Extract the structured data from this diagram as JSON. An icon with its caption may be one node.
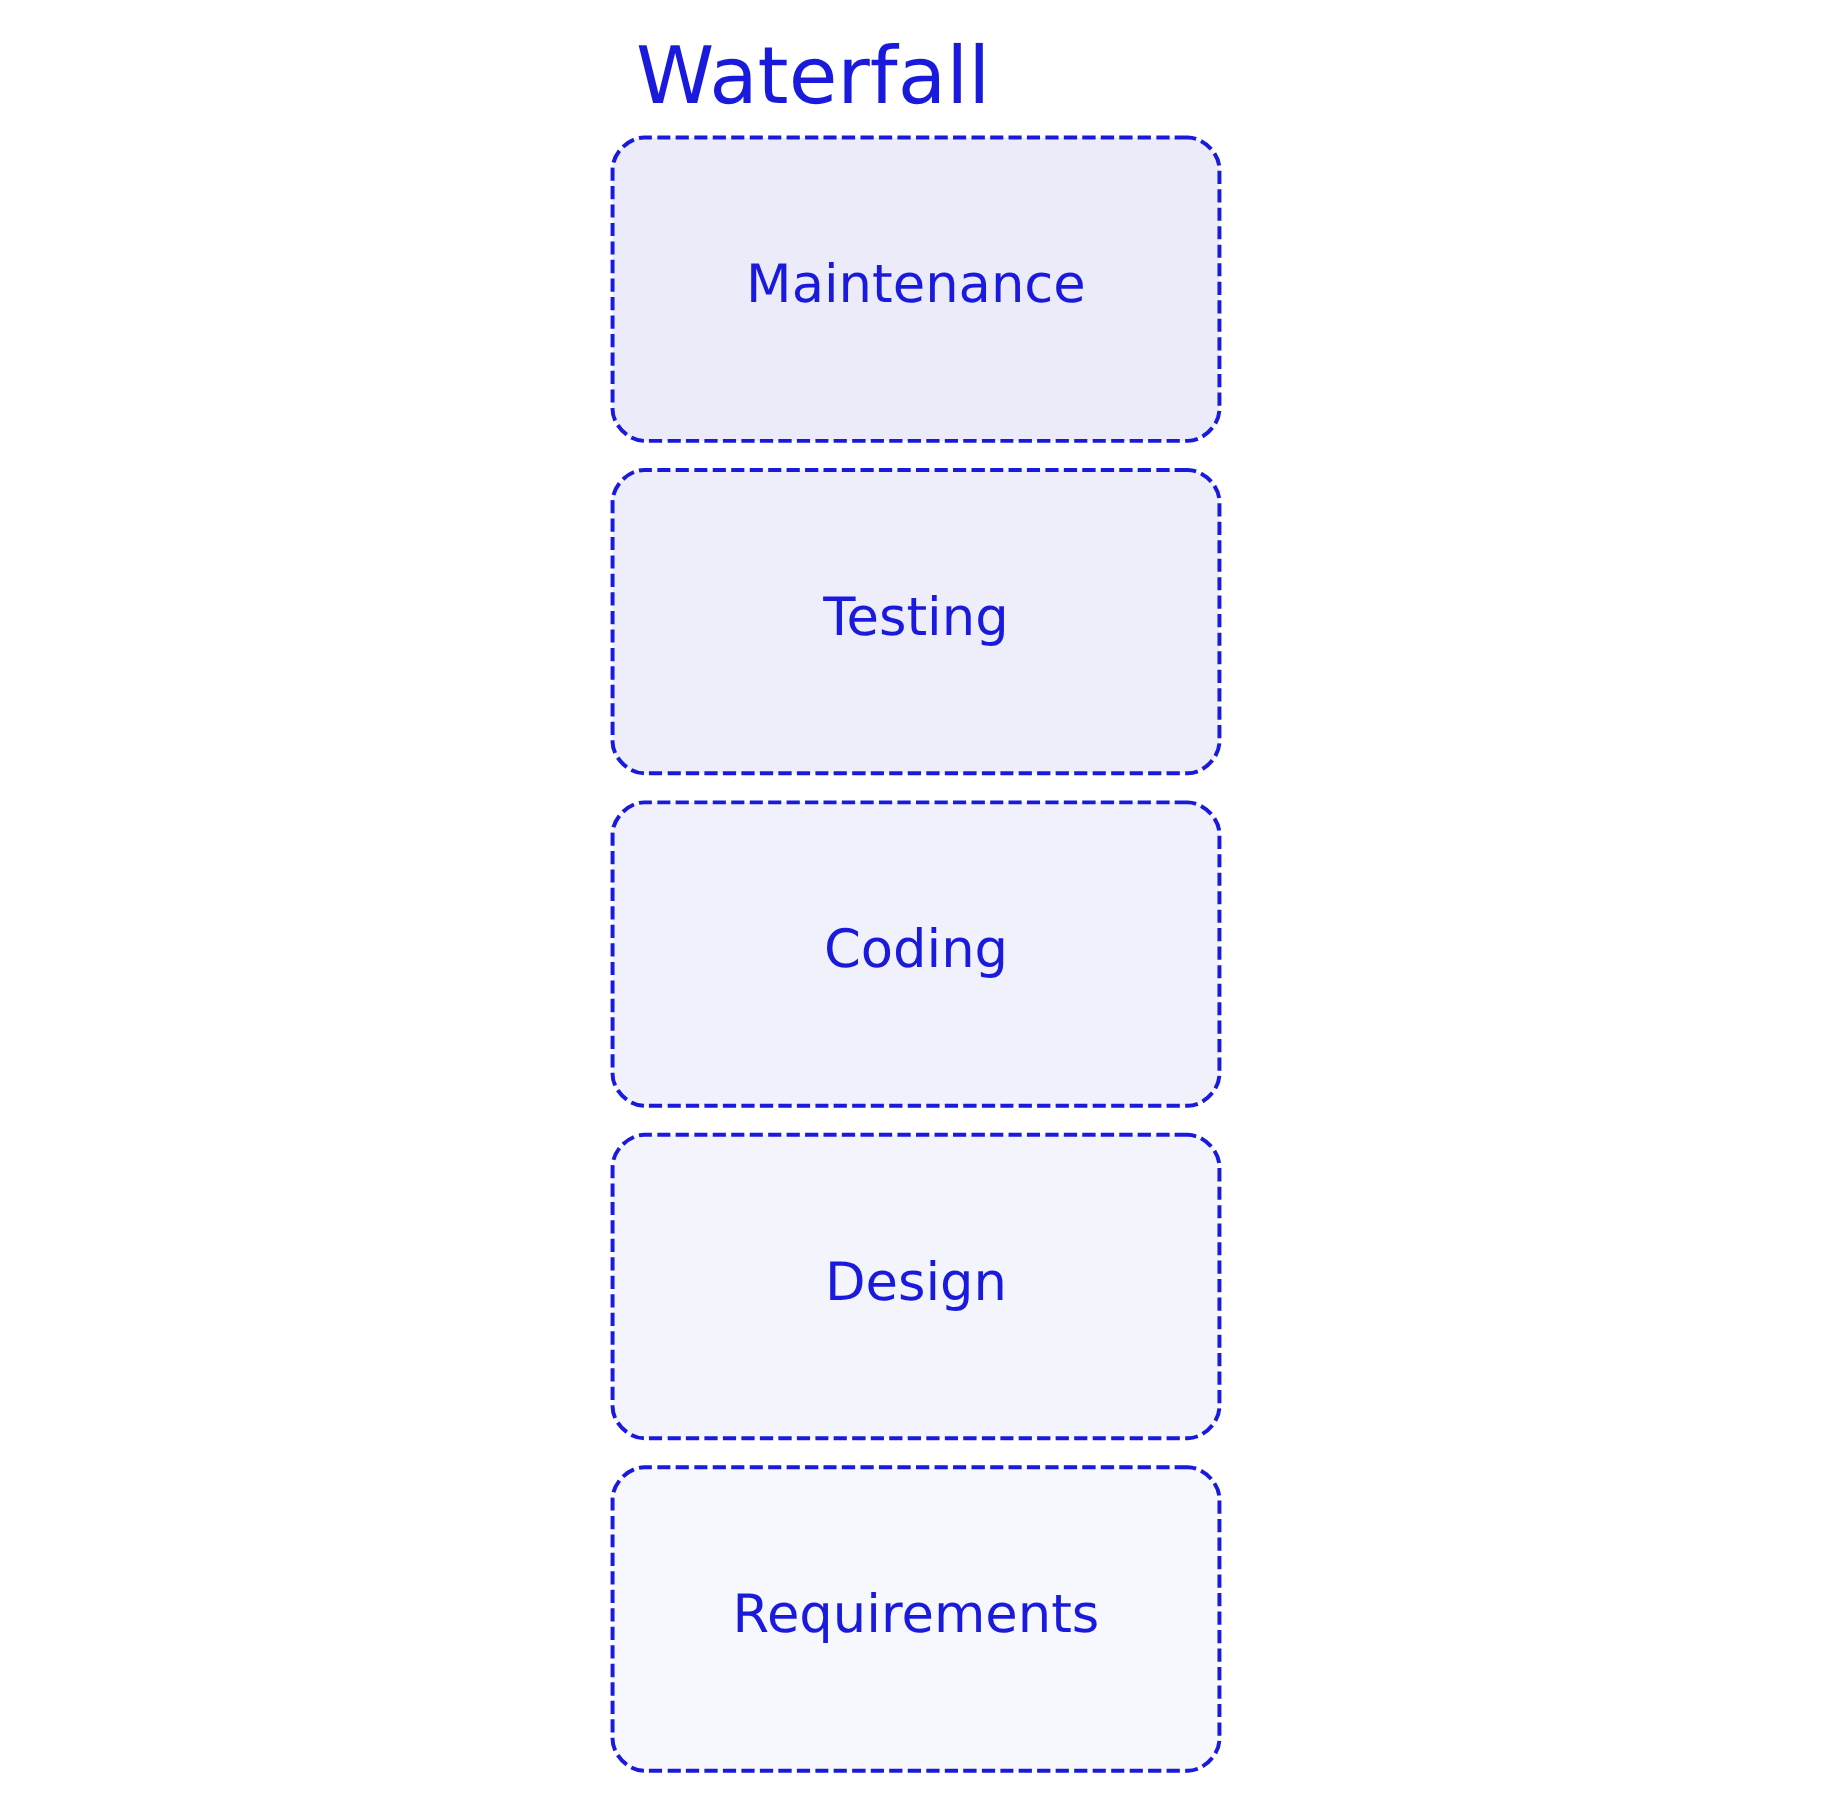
{
  "diagram": {
    "title": "Waterfall",
    "nodes": [
      {
        "text": [
          "Requirements"
        ]
      },
      {
        "text": [
          "Design"
        ]
      },
      {
        "text": [
          "Coding"
        ]
      },
      {
        "text": [
          "Testing"
        ]
      },
      {
        "text": [
          "Maintenance"
        ]
      }
    ],
    "edges": []
  }
}
